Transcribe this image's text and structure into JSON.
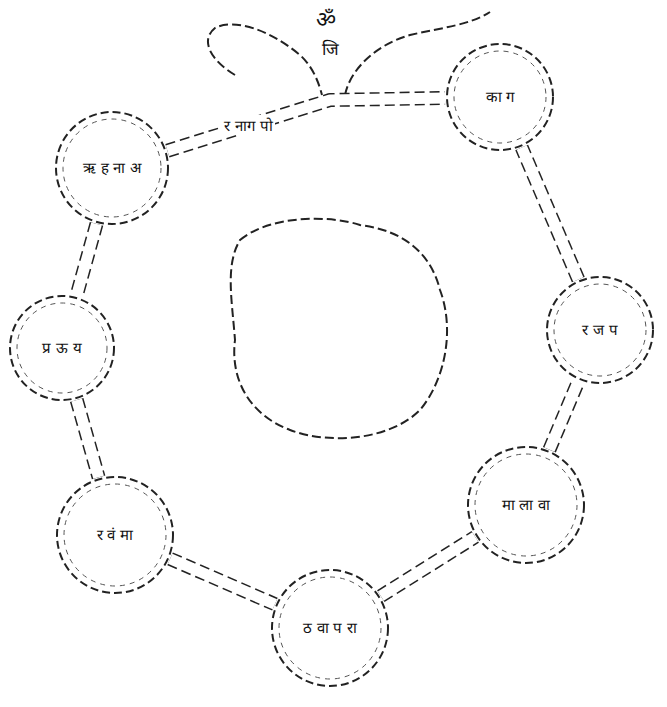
{
  "diagram": {
    "nodes": [
      {
        "text": [
          "ऋ ह ना अ"
        ]
      },
      {
        "text": [
          "प्र ऊ य"
        ]
      },
      {
        "text": [
          "र वं मा"
        ]
      },
      {
        "text": [
          "ठ वा प रा"
        ]
      },
      {
        "text": [
          "मा ला वा"
        ]
      },
      {
        "text": [
          "र ज प"
        ]
      },
      {
        "text": [
          "का ग"
        ]
      }
    ],
    "edges": [
      {
        "from": 0,
        "to": 1,
        "arrow": "none"
      },
      {
        "from": 1,
        "to": 2,
        "arrow": "none"
      },
      {
        "from": 2,
        "to": 3,
        "arrow": "none"
      },
      {
        "from": 3,
        "to": 4,
        "arrow": "none"
      },
      {
        "from": 4,
        "to": 5,
        "arrow": "none"
      },
      {
        "from": 5,
        "to": 6,
        "arrow": "none"
      },
      {
        "from": 0,
        "to": 6,
        "label": "र नाग पो",
        "arrow": "none"
      }
    ],
    "labels": [
      "ॐ",
      "जि"
    ]
  }
}
